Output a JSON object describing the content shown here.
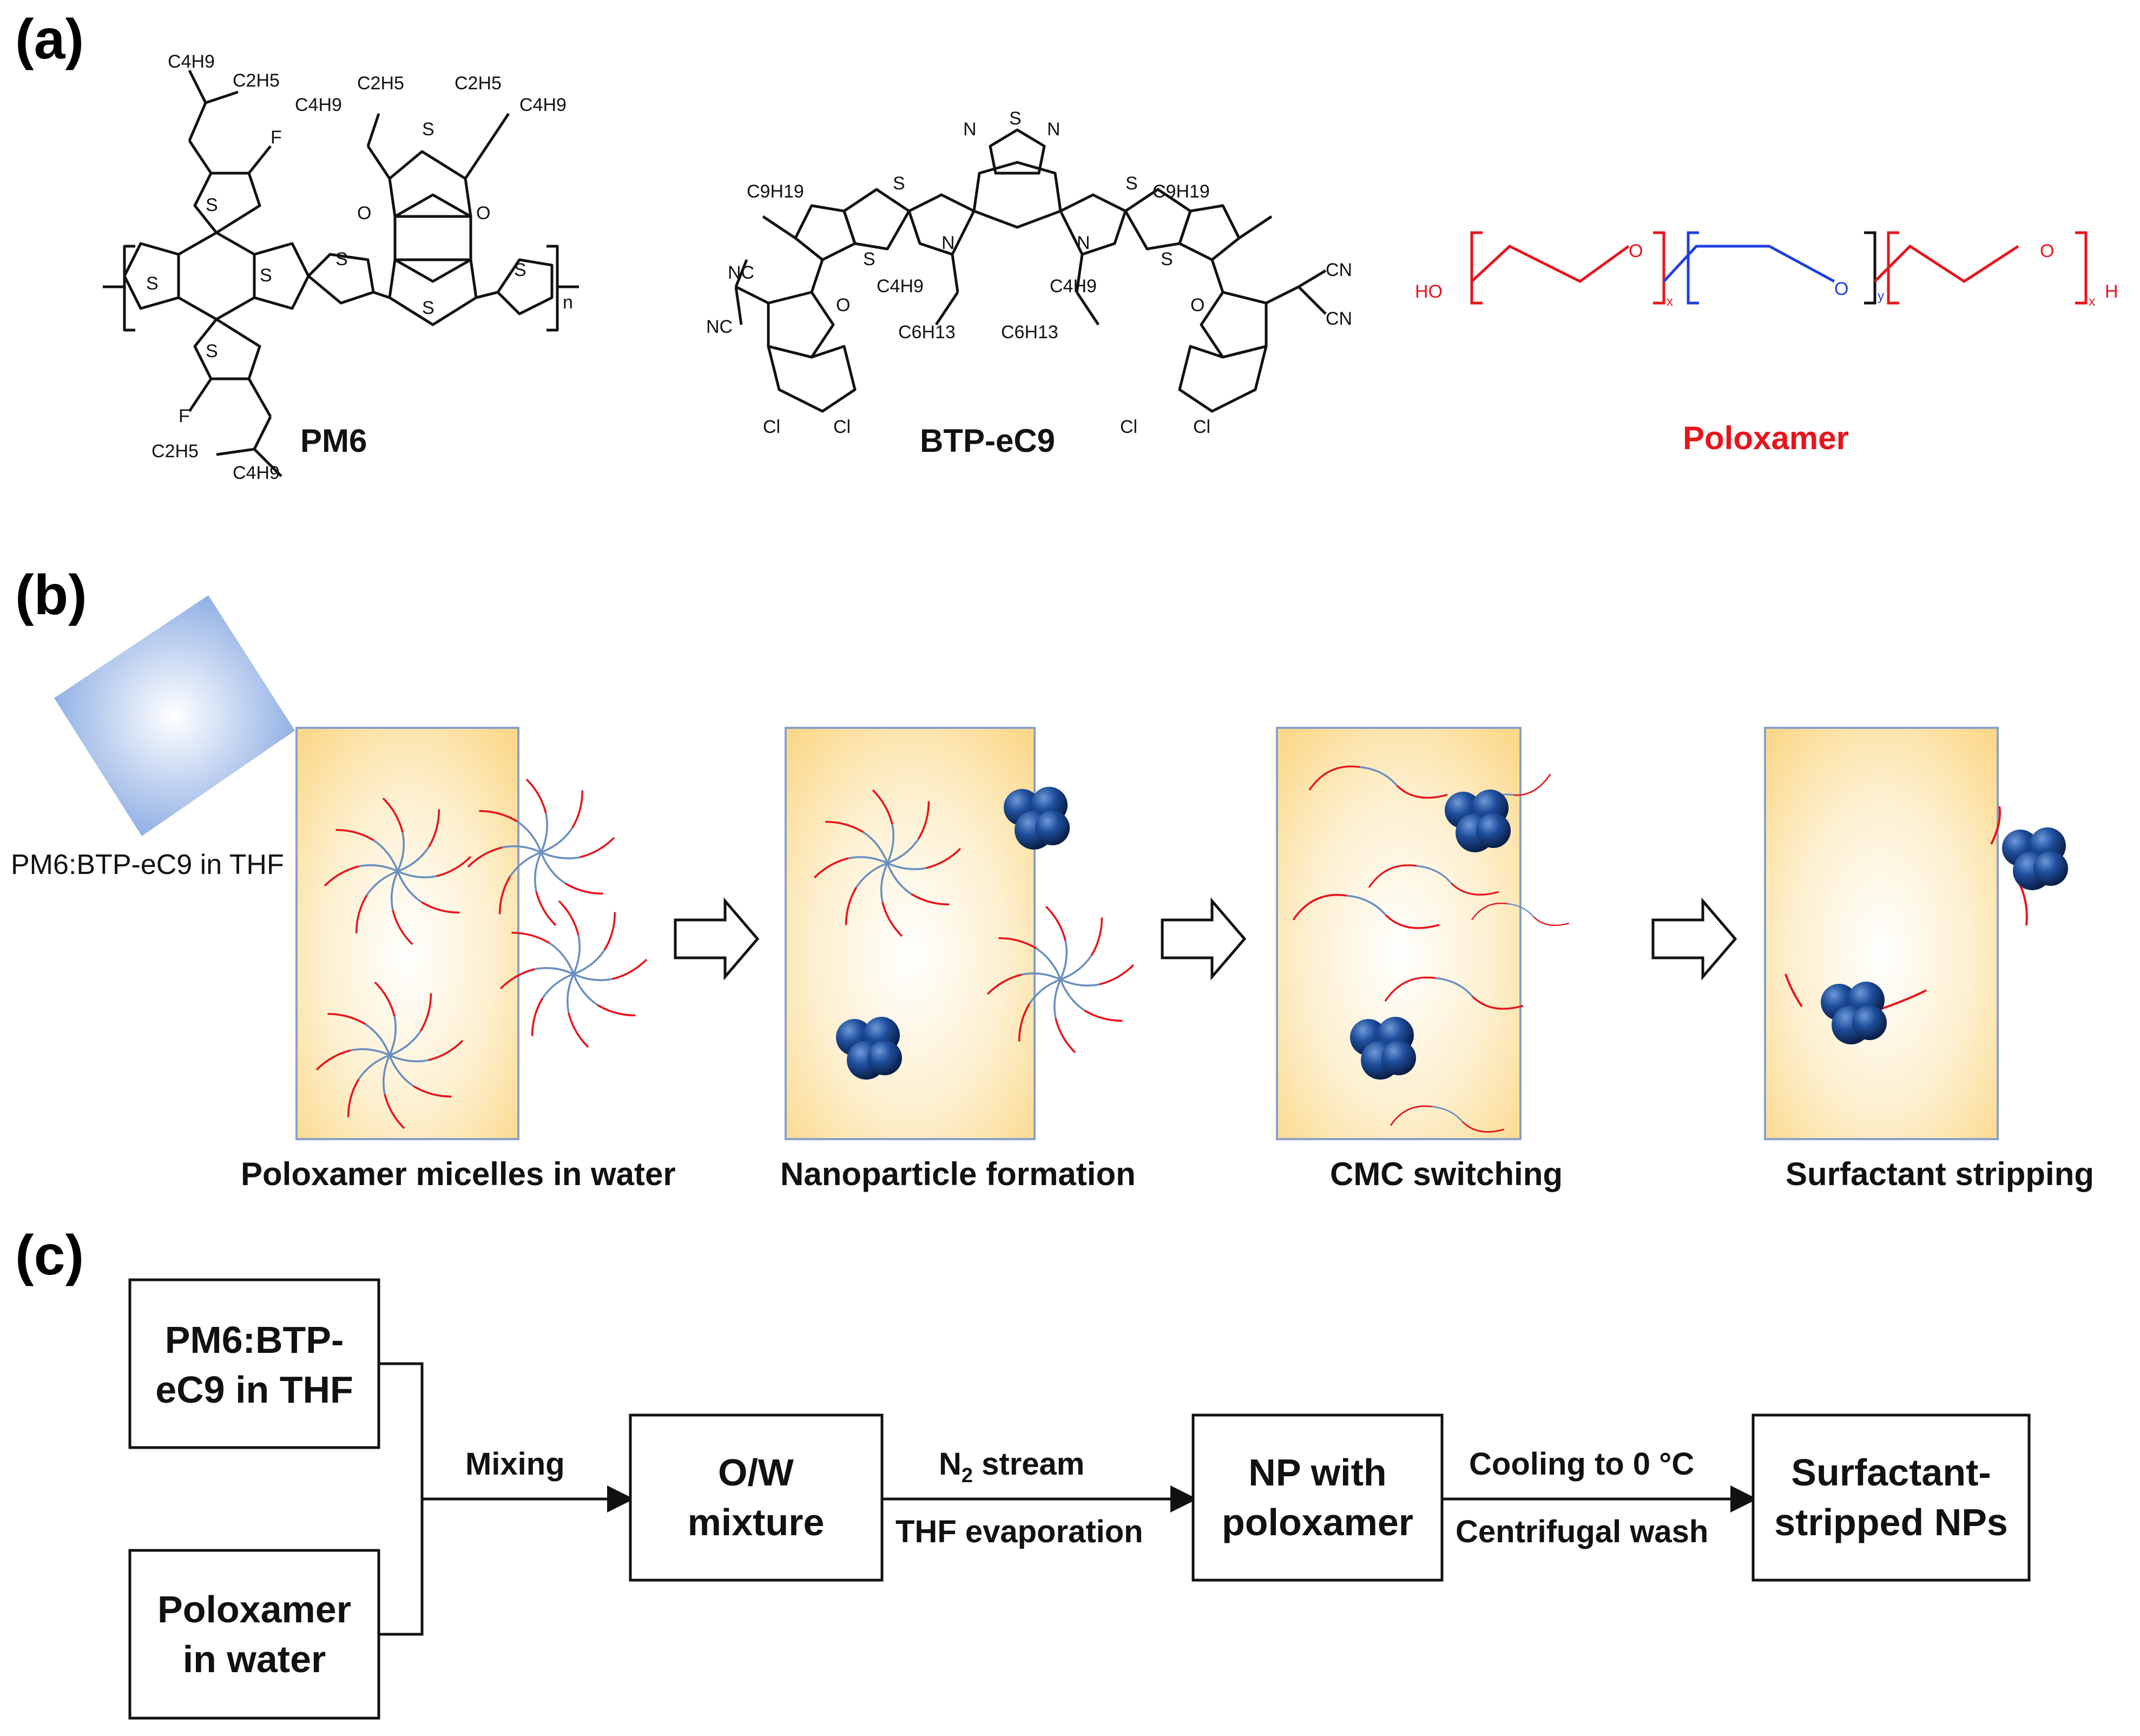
{
  "panels": {
    "a": {
      "label": "(a)",
      "molecules": {
        "pm6": {
          "name": "PM6",
          "atoms": {
            "s": "S",
            "f": "F",
            "o": "O",
            "n_sub": "n"
          },
          "alkyl_c4h9": "C4H9",
          "alkyl_c2h5": "C2H5"
        },
        "btp": {
          "name": "BTP-eC9",
          "atoms": {
            "s": "S",
            "n": "N",
            "cn": "CN",
            "nc": "NC",
            "cl": "Cl",
            "o": "O"
          },
          "alkyl_c9h19": "C9H19",
          "alkyl_c4h9": "C4H9",
          "alkyl_c6h13": "C6H13"
        },
        "poloxamer": {
          "name": "Poloxamer",
          "end_ho": "HO",
          "end_h": "H",
          "o": "O",
          "sub_x": "x",
          "sub_y": "y",
          "colors": {
            "peo": "#e8141c",
            "ppo": "#1f3fe0",
            "link": "#111111"
          }
        }
      }
    },
    "b": {
      "label": "(b)",
      "source_label": "PM6:BTP-eC9 in THF",
      "captions": [
        "Poloxamer micelles in water",
        "Nanoparticle formation",
        "CMC switching",
        "Surfactant stripping"
      ],
      "colors": {
        "box_edge": "#d8b25a",
        "box_center": "#ffffff",
        "box_outer": "#fbd98c",
        "source_fill": "#7ea2e0",
        "tail": "#e8141c",
        "core": "#6a8fc0",
        "np": "#1f4f9e"
      }
    },
    "c": {
      "label": "(c)",
      "boxes": {
        "thf": [
          "PM6:BTP-",
          "eC9 in THF"
        ],
        "water": [
          "Poloxamer",
          "in water"
        ],
        "ow": [
          "O/W",
          "mixture"
        ],
        "np": [
          "NP with",
          "poloxamer"
        ],
        "stripped": [
          "Surfactant-",
          "stripped NPs"
        ]
      },
      "steps": {
        "mixing": "Mixing",
        "n2_base": "N",
        "n2_sub": "2",
        "n2_rest": " stream",
        "evap": "THF evaporation",
        "cooling": "Cooling to 0 °C",
        "wash": "Centrifugal wash"
      }
    }
  }
}
